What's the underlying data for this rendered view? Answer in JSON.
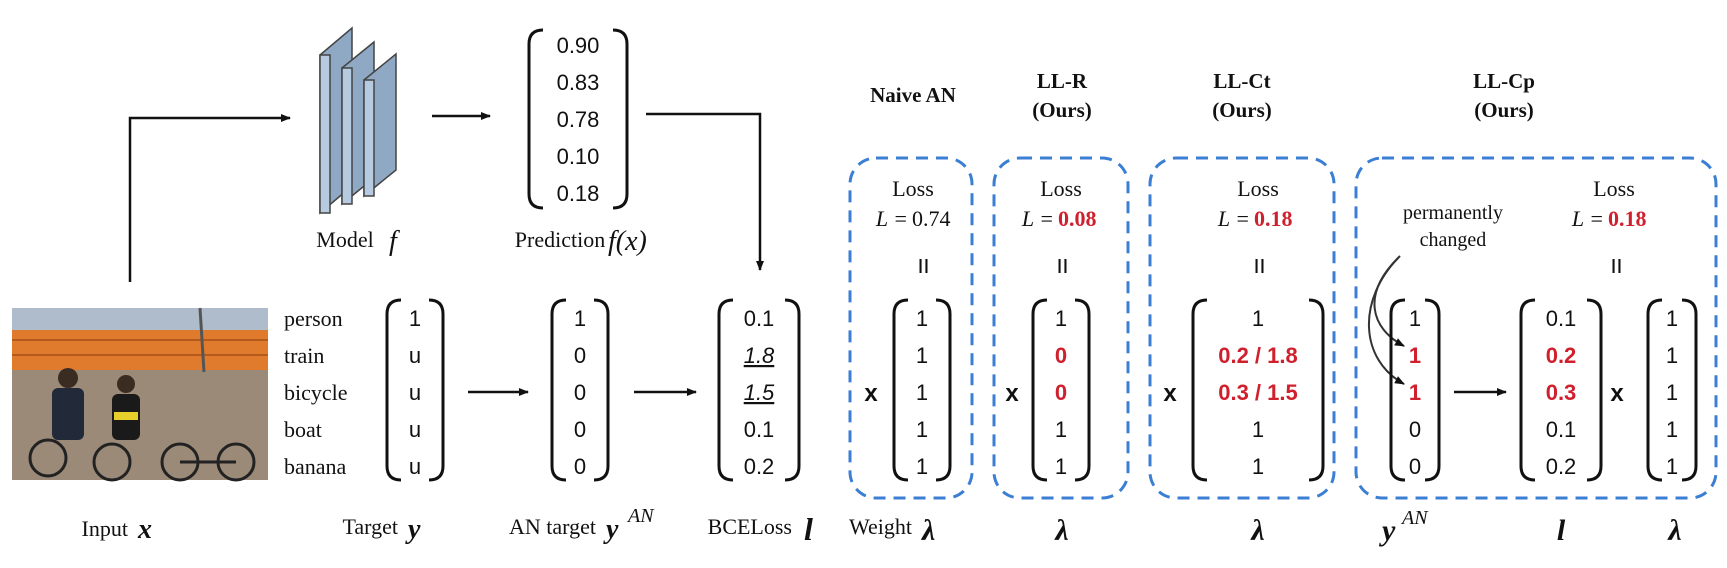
{
  "colors": {
    "ink": "#111111",
    "highlight": "#d0202e",
    "dashed_box": "#3b7fd4",
    "model_face": "#b7cbe0",
    "model_side": "#8fa9c4",
    "photo_sky": "#aebccb",
    "photo_train": "#e07a2c",
    "photo_ground": "#9b8a78"
  },
  "icons": {
    "model": "stacked-layers-icon",
    "input_photo": "photo-people-train-bicycles-icon",
    "arrows": "arrow-right-icon"
  },
  "model": {
    "label": "Model",
    "symbol": "f"
  },
  "prediction": {
    "label": "Prediction",
    "symbol": "f(x)",
    "values": [
      "0.90",
      "0.83",
      "0.78",
      "0.10",
      "0.18"
    ]
  },
  "input": {
    "label": "Input",
    "symbol": "x"
  },
  "classes": [
    "person",
    "train",
    "bicycle",
    "boat",
    "banana"
  ],
  "target": {
    "label": "Target",
    "symbol": "y",
    "values": [
      "1",
      "u",
      "u",
      "u",
      "u"
    ]
  },
  "an_target": {
    "label": "AN target",
    "symbol": "y",
    "superscript": "AN",
    "values": [
      "1",
      "0",
      "0",
      "0",
      "0"
    ]
  },
  "bce_loss": {
    "label": "BCELoss",
    "symbol": "l",
    "values": [
      "0.1",
      "1.8",
      "1.5",
      "0.1",
      "0.2"
    ],
    "underlined": [
      false,
      true,
      true,
      false,
      false
    ]
  },
  "methods": {
    "naive_an": {
      "title": "Naive AN",
      "loss_word": "Loss",
      "loss_lhs": "L =",
      "loss_value": "0.74",
      "equals": "=",
      "times": "x",
      "weights": [
        "1",
        "1",
        "1",
        "1",
        "1"
      ],
      "weight_label": "Weight",
      "weight_symbol": "λ"
    },
    "ll_r": {
      "title": "LL-R",
      "subtitle": "(Ours)",
      "loss_word": "Loss",
      "loss_lhs": "L =",
      "loss_value": "0.08",
      "equals": "=",
      "times": "x",
      "weights": [
        "1",
        "0",
        "0",
        "1",
        "1"
      ],
      "weights_highlight": [
        false,
        true,
        true,
        false,
        false
      ],
      "weight_symbol": "λ"
    },
    "ll_ct": {
      "title": "LL-Ct",
      "subtitle": "(Ours)",
      "loss_word": "Loss",
      "loss_lhs": "L =",
      "loss_value": "0.18",
      "equals": "=",
      "times": "x",
      "weights": [
        "1",
        "0.2 / 1.8",
        "0.3 / 1.5",
        "1",
        "1"
      ],
      "weights_highlight": [
        false,
        true,
        true,
        false,
        false
      ],
      "weight_symbol": "λ"
    },
    "ll_cp": {
      "title": "LL-Cp",
      "subtitle": "(Ours)",
      "loss_word": "Loss",
      "loss_lhs": "L =",
      "loss_value": "0.18",
      "equals": "=",
      "times": "x",
      "annotation_line1": "permanently",
      "annotation_line2": "changed",
      "y_an": [
        "1",
        "1",
        "1",
        "0",
        "0"
      ],
      "y_an_highlight": [
        false,
        true,
        true,
        false,
        false
      ],
      "l_values": [
        "0.1",
        "0.2",
        "0.3",
        "0.1",
        "0.2"
      ],
      "l_highlight": [
        false,
        true,
        true,
        false,
        false
      ],
      "weights": [
        "1",
        "1",
        "1",
        "1",
        "1"
      ],
      "y_symbol": "y",
      "y_superscript": "AN",
      "l_symbol": "l",
      "weight_symbol": "λ"
    }
  }
}
